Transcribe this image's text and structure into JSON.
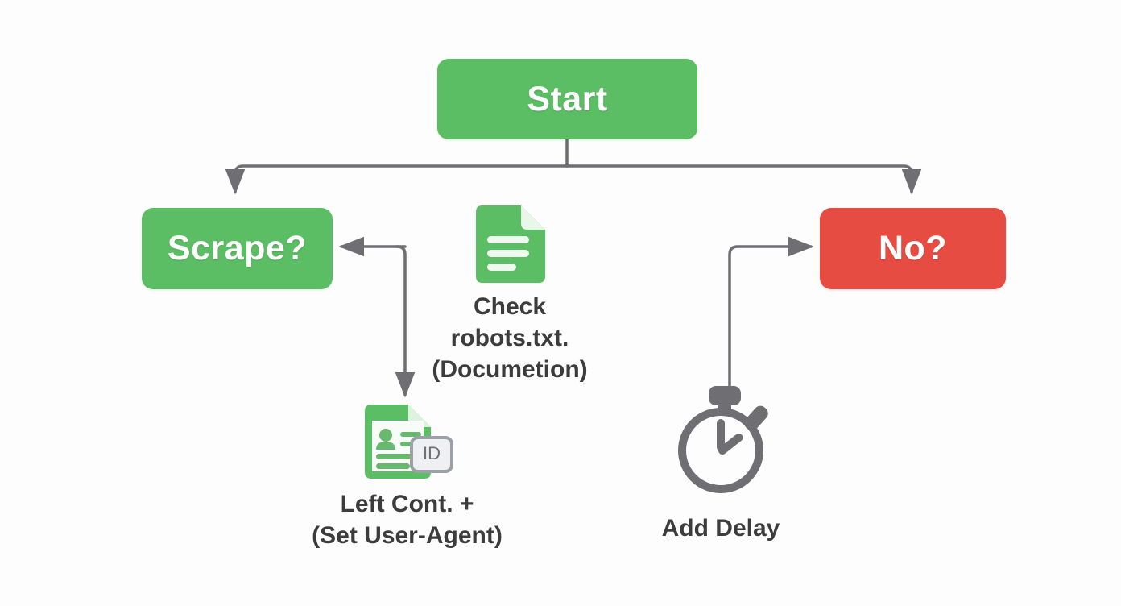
{
  "diagram": {
    "type": "flowchart",
    "background_color": "#fdfdfd",
    "title": "",
    "nodes": [
      {
        "id": "start",
        "label": "Start",
        "shape": "rounded-rect",
        "fill": "#5cbe64",
        "text_color": "#ffffff"
      },
      {
        "id": "scrape",
        "label": "Scrape?",
        "shape": "rounded-rect",
        "fill": "#5cbe64",
        "text_color": "#ffffff"
      },
      {
        "id": "no",
        "label": "No?",
        "shape": "rounded-rect",
        "fill": "#e74c43",
        "text_color": "#ffffff"
      }
    ],
    "icon_nodes": [
      {
        "id": "robots",
        "icon": "document-icon",
        "icon_color": "#5cbe64",
        "caption_lines": [
          "Check",
          "robots.txt.",
          "(Documetion)"
        ],
        "text_color": "#3c3c3c"
      },
      {
        "id": "idcard",
        "icon": "id-document-icon",
        "icon_color": "#5cbe64",
        "caption_lines": [
          "Left Cont. +",
          "(Set User-Agent)"
        ],
        "badge_text": "ID",
        "text_color": "#3c3c3c"
      },
      {
        "id": "delay",
        "icon": "stopwatch-icon",
        "icon_color": "#6e6e73",
        "caption_lines": [
          "Add Delay"
        ],
        "text_color": "#3c3c3c"
      }
    ],
    "edges": [
      {
        "from": "start",
        "to": "scrape",
        "arrow": "down"
      },
      {
        "from": "start",
        "to": "no",
        "arrow": "down"
      },
      {
        "from": "idcard",
        "to": "scrape",
        "arrow": "left"
      },
      {
        "from": "delay",
        "to": "no",
        "arrow": "right"
      }
    ],
    "edge_color": "#6e6e73"
  }
}
